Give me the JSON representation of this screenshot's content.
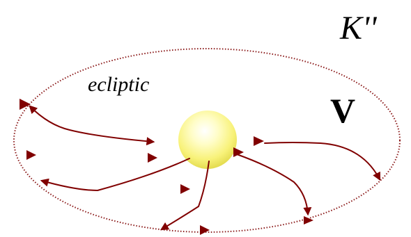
{
  "labels": {
    "frame": "K''",
    "ecliptic": "ecliptic",
    "region": "V"
  },
  "colors": {
    "arrow": "#800000",
    "ellipse": "#8b1a1a",
    "sun_core": "#ffffff",
    "sun_mid": "#fdfb9a",
    "sun_edge": "#e9e35a",
    "text": "#000000"
  },
  "icons": {
    "sun": "sun-sphere-icon",
    "arrowhead": "triangle-arrowhead-icon"
  }
}
